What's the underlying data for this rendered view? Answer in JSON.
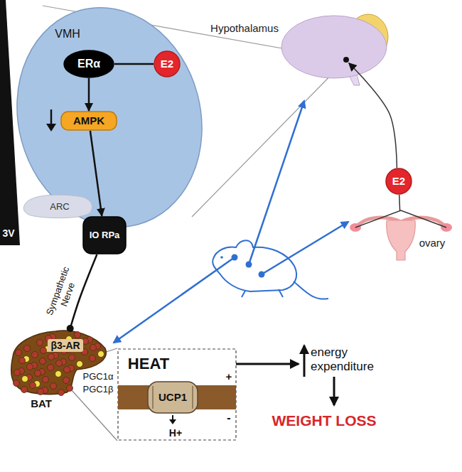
{
  "diagram": {
    "nodes": [
      {
        "text": [
          "VMH"
        ]
      },
      {
        "text": [
          "ERα"
        ],
        "in": 0
      },
      {
        "text": [
          "E2"
        ],
        "in": 0
      },
      {
        "text": [
          "AMPK"
        ],
        "in": 0
      },
      {
        "text": [
          "3V"
        ]
      },
      {
        "text": [
          "ARC"
        ]
      },
      {
        "text": [
          "Hypothalamus"
        ]
      },
      {
        "text": [
          "E2"
        ]
      },
      {
        "text": [
          "ovary"
        ]
      },
      {
        "text": [
          "IO RPa"
        ]
      },
      {
        "text": [
          "β3-AR",
          "BAT"
        ]
      },
      {
        "text": [
          "HEAT"
        ]
      },
      {
        "text": [
          "UCP1"
        ],
        "in": 11
      }
    ],
    "edges": [
      {
        "from": 2,
        "to": 1,
        "arrow": "none"
      },
      {
        "from": 1,
        "to": 3,
        "arrow": "to"
      },
      {
        "from": 3,
        "to": 9,
        "arrow": "to"
      },
      {
        "from": 9,
        "to": 10,
        "label": "Sympathetic Nerve",
        "arrow": "none"
      },
      {
        "from": 8,
        "to": 7,
        "arrow": "none"
      },
      {
        "from": 7,
        "to": 6,
        "arrow": "to"
      }
    ],
    "labels": [
      "PGC1α",
      "PGC1β",
      "+",
      "-",
      "H+",
      "energy expenditure",
      "WEIGHT LOSS"
    ]
  }
}
